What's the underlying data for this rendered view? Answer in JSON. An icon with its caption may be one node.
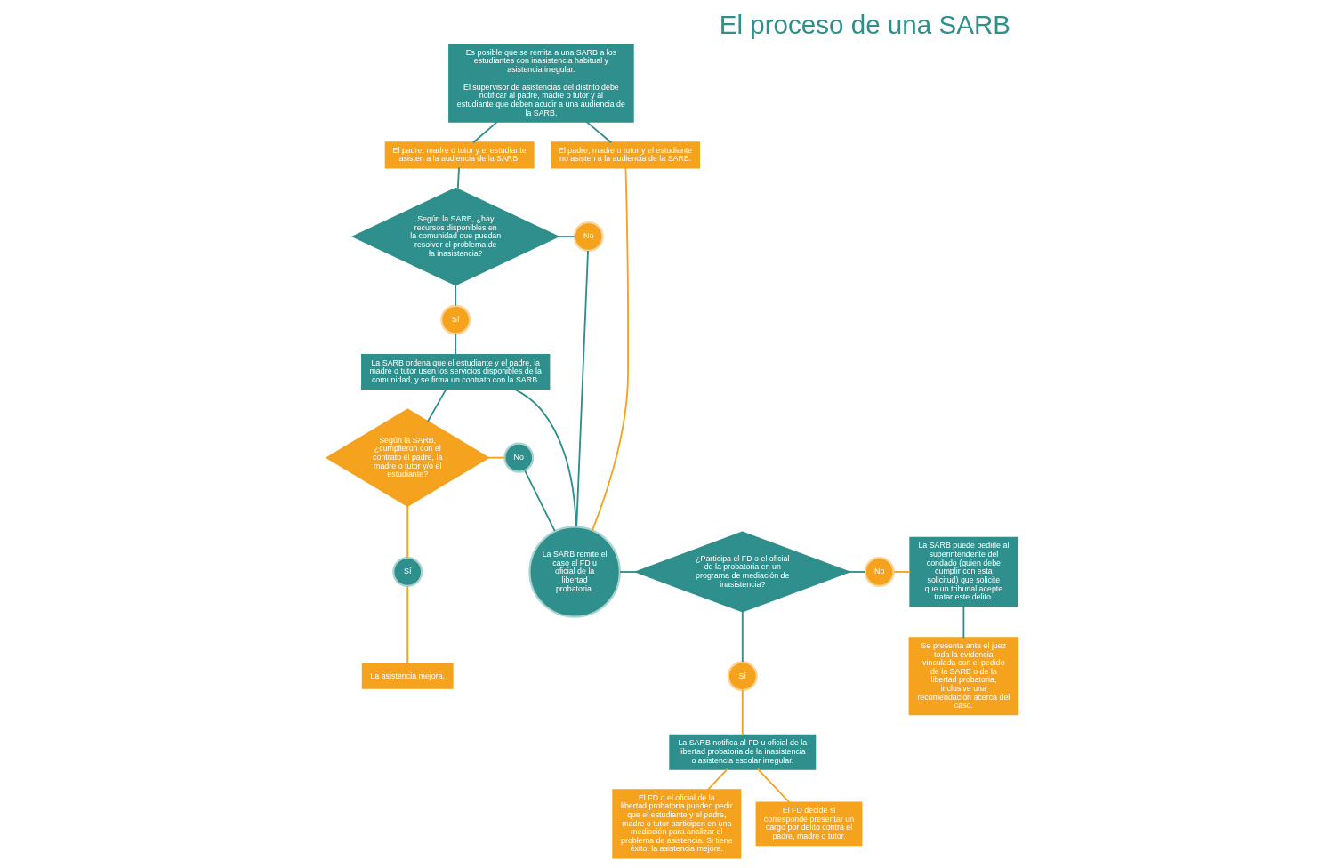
{
  "diagram": {
    "title": "El proceso de una SARB",
    "nodes": [
      {
        "text": [
          "Es posible que se remita a una SARB a los estudiantes con inasistencia habitual y asistencia irregular.",
          "El supervisor de asistencias del distrito debe notificar al padre, madre o tutor y al estudiante que deben acudir a una audiencia de la SARB."
        ]
      },
      {
        "text": [
          "El padre, madre o tutor y el estudiante asisten a la audiencia de la SARB."
        ]
      },
      {
        "text": [
          "El padre, madre o tutor y el estudiante no asisten a la audiencia de la SARB."
        ]
      },
      {
        "text": [
          "Según la SARB, ¿hay recursos disponibles en la comunidad que puedan resolver el problema de la inasistencia?"
        ]
      },
      {
        "text": [
          "No"
        ]
      },
      {
        "text": [
          "Sí"
        ]
      },
      {
        "text": [
          "La SARB ordena que el estudiante y el padre, la madre o tutor usen los servicios disponibles de la comunidad, y se firma un contrato con la SARB."
        ]
      },
      {
        "text": [
          "Según la SARB, ¿cumplieron con el contrato el padre, la madre o tutor y/o el estudiante?"
        ]
      },
      {
        "text": [
          "No"
        ]
      },
      {
        "text": [
          "Sí"
        ]
      },
      {
        "text": [
          "La asistencia mejora."
        ]
      },
      {
        "text": [
          "La SARB remite el caso al FD u oficial de la libertad probatoria."
        ]
      },
      {
        "text": [
          "¿Participa el FD o el oficial de la probatoria en un programa de mediación de inasistencia?"
        ]
      },
      {
        "text": [
          "No"
        ]
      },
      {
        "text": [
          "La SARB puede pedirle al superintendente del condado (quien debe cumplir con esta solicitud) que solicite que un tribunal acepte tratar este delito."
        ]
      },
      {
        "text": [
          "Se presenta ante el juez toda la evidencia vinculada con el pedido de la SARB o de la libertad probatoria, inclusive una recomendación acerca del caso."
        ]
      },
      {
        "text": [
          "Sí"
        ]
      },
      {
        "text": [
          "La SARB notifica al FD u oficial de la libertad probatoria de la inasistencia o asistencia escolar irregular."
        ]
      },
      {
        "text": [
          "El FD o el oficial de la libertad probatoria pueden pedir que el estudiante y el padre, madre o tutor participen en una mediación para analizar el problema de asistencia. Si tiene éxito, la asistencia mejora."
        ]
      },
      {
        "text": [
          "El FD decide si corresponde presentar un cargo por delito contra el padre, madre o tutor."
        ]
      }
    ],
    "edges": [
      {
        "from": 0,
        "to": 1,
        "arrow": "none"
      },
      {
        "from": 0,
        "to": 2,
        "arrow": "none"
      },
      {
        "from": 1,
        "to": 3,
        "arrow": "none"
      },
      {
        "from": 3,
        "to": 4,
        "arrow": "none"
      },
      {
        "from": 3,
        "to": 5,
        "arrow": "none"
      },
      {
        "from": 5,
        "to": 6,
        "arrow": "none"
      },
      {
        "from": 4,
        "to": 11,
        "arrow": "none"
      },
      {
        "from": 6,
        "to": 11,
        "arrow": "none"
      },
      {
        "from": 6,
        "to": 7,
        "arrow": "none"
      },
      {
        "from": 7,
        "to": 8,
        "arrow": "none",
        "color": "#f5a21f"
      },
      {
        "from": 8,
        "to": 11,
        "arrow": "none"
      },
      {
        "from": 7,
        "to": 9,
        "arrow": "none",
        "color": "#f5a21f"
      },
      {
        "from": 9,
        "to": 10,
        "arrow": "none",
        "color": "#f5a21f"
      },
      {
        "from": 2,
        "to": 11,
        "arrow": "none",
        "color": "#f5a21f"
      },
      {
        "from": 11,
        "to": 12,
        "arrow": "none"
      },
      {
        "from": 12,
        "to": 13,
        "arrow": "none"
      },
      {
        "from": 13,
        "to": 14,
        "arrow": "none",
        "color": "#f5a21f"
      },
      {
        "from": 14,
        "to": 15,
        "arrow": "none"
      },
      {
        "from": 12,
        "to": 16,
        "arrow": "none"
      },
      {
        "from": 16,
        "to": 17,
        "arrow": "none",
        "color": "#f5a21f"
      },
      {
        "from": 17,
        "to": 18,
        "arrow": "none",
        "color": "#f5a21f"
      },
      {
        "from": 17,
        "to": 19,
        "arrow": "none",
        "color": "#f5a21f"
      }
    ]
  }
}
